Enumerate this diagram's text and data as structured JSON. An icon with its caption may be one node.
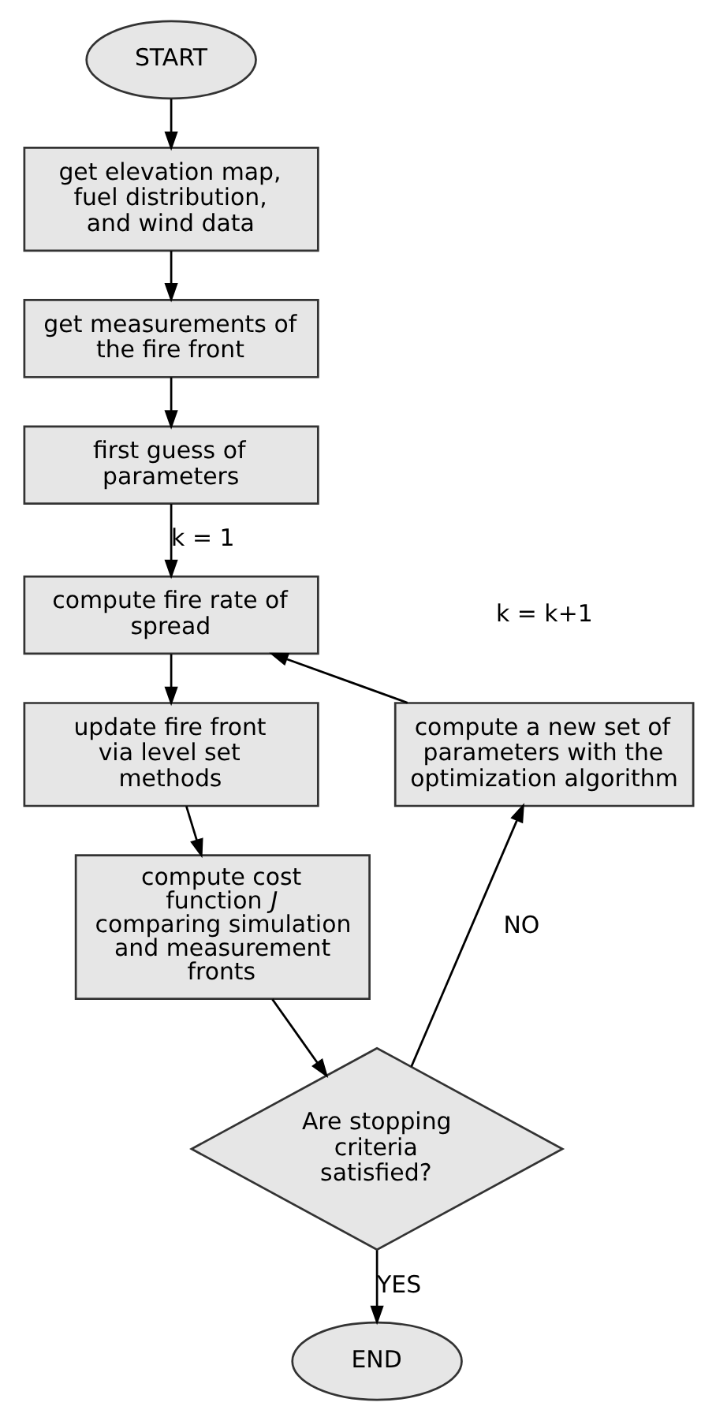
{
  "diagram": {
    "nodes": [
      {
        "text": [
          "START"
        ]
      },
      {
        "text": [
          "get elevation map, fuel distribution, and wind data"
        ]
      },
      {
        "text": [
          "get measurements of the fire front"
        ]
      },
      {
        "text": [
          "first guess of parameters"
        ]
      },
      {
        "text": [
          "compute fire rate of spread"
        ]
      },
      {
        "text": [
          "update fire front via level set methods"
        ]
      },
      {
        "text": [
          "compute cost function *J* comparing simulation and measurement fronts"
        ]
      },
      {
        "text": [
          "Are stopping criteria satisfied?"
        ]
      },
      {
        "text": [
          "compute a new set of parameters with the optimization algorithm"
        ]
      },
      {
        "text": [
          "END"
        ]
      }
    ],
    "edges": [
      {
        "from": 0,
        "to": 1,
        "arrow": "to"
      },
      {
        "from": 1,
        "to": 2,
        "arrow": "to"
      },
      {
        "from": 2,
        "to": 3,
        "arrow": "to"
      },
      {
        "from": 3,
        "to": 4,
        "arrow": "to",
        "label": "k = 1"
      },
      {
        "from": 4,
        "to": 5,
        "arrow": "to"
      },
      {
        "from": 5,
        "to": 6,
        "arrow": "to"
      },
      {
        "from": 6,
        "to": 7,
        "arrow": "to"
      },
      {
        "from": 7,
        "to": 8,
        "arrow": "to",
        "label": "NO"
      },
      {
        "from": 8,
        "to": 4,
        "arrow": "to"
      },
      {
        "from": 7,
        "to": 9,
        "arrow": "to",
        "label": "YES"
      }
    ],
    "labels": [
      "k = k+1"
    ]
  }
}
